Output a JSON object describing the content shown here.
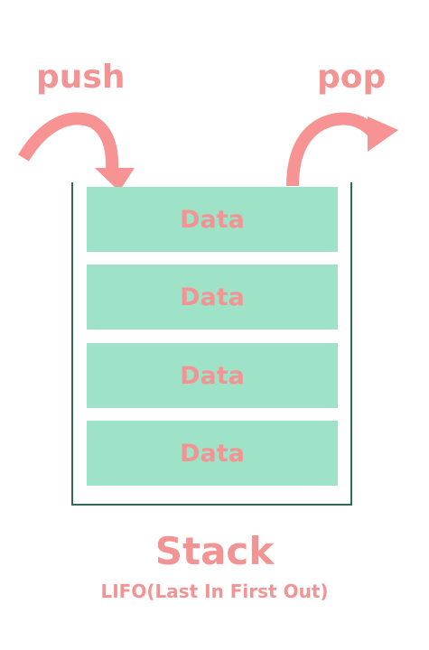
{
  "labels": {
    "push": "push",
    "pop": "pop"
  },
  "stack": {
    "items": [
      "Data",
      "Data",
      "Data",
      "Data"
    ],
    "title": "Stack",
    "subtitle": "LIFO(Last In First Out)"
  },
  "colors": {
    "accent": "#f39494",
    "item_fill": "#9ee3c7",
    "container_border": "#2f6b56"
  }
}
